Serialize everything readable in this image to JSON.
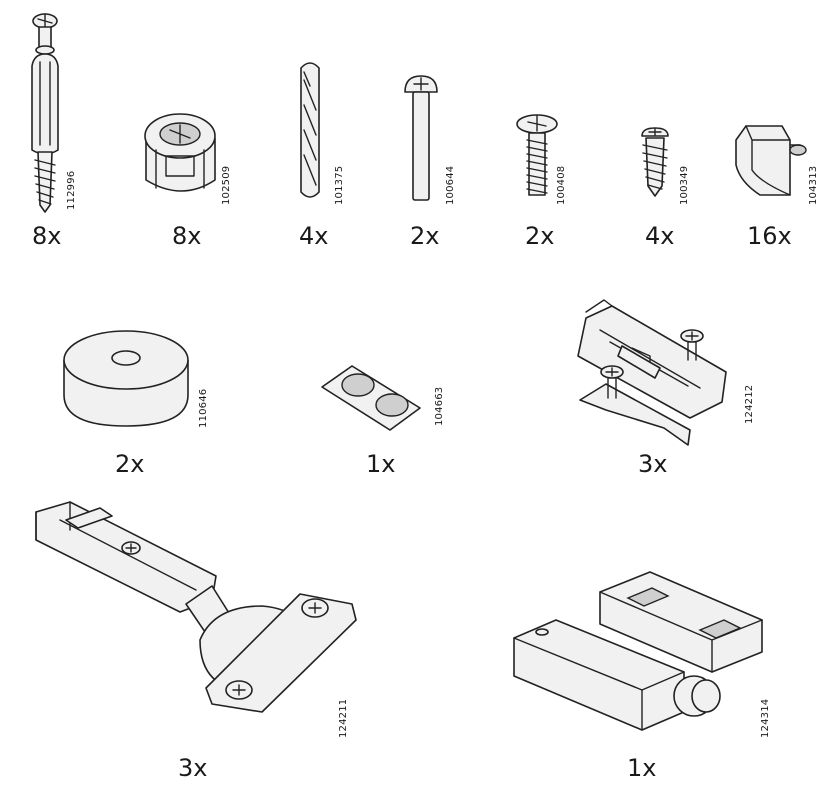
{
  "parts": [
    {
      "id": "cam-bolt",
      "code": "112996",
      "qty": "8x"
    },
    {
      "id": "cam-lock",
      "code": "102509",
      "qty": "8x"
    },
    {
      "id": "dowel",
      "code": "101375",
      "qty": "4x"
    },
    {
      "id": "pin",
      "code": "100644",
      "qty": "2x"
    },
    {
      "id": "machine-screw",
      "code": "100408",
      "qty": "2x"
    },
    {
      "id": "wood-screw",
      "code": "100349",
      "qty": "4x"
    },
    {
      "id": "shelf-support",
      "code": "104313",
      "qty": "16x"
    },
    {
      "id": "round-pad",
      "code": "110646",
      "qty": "2x"
    },
    {
      "id": "bumper-sheet",
      "code": "104663",
      "qty": "1x"
    },
    {
      "id": "mounting-plate",
      "code": "124212",
      "qty": "3x"
    },
    {
      "id": "hinge",
      "code": "124211",
      "qty": "3x"
    },
    {
      "id": "soft-close-damper",
      "code": "124314",
      "qty": "1x"
    }
  ]
}
